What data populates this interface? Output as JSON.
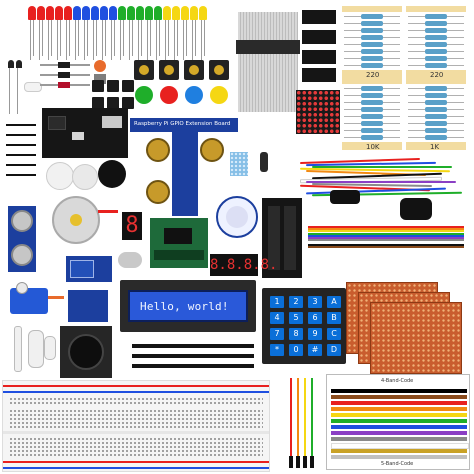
{
  "lcd": {
    "text": "Hello, world!"
  },
  "keypad": {
    "keys": [
      "1",
      "2",
      "3",
      "A",
      "4",
      "5",
      "6",
      "B",
      "7",
      "8",
      "9",
      "C",
      "*",
      "0",
      "#",
      "D"
    ]
  },
  "gpio_board": {
    "label": "Raspberry Pi GPIO Extension Board"
  },
  "resistor_strip": {
    "labels": [
      "220",
      "220",
      "10K",
      "1K"
    ]
  },
  "seven_segment": {
    "single_digit": "8",
    "four_digit": "8.8.8.8."
  },
  "color_chart": {
    "title_4band": "4-Band-Code",
    "title_5band": "5-Band-Code"
  },
  "led_colors": [
    "#e8211f",
    "#e8211f",
    "#e8211f",
    "#e8211f",
    "#e8211f",
    "#1f4fe0",
    "#1f4fe0",
    "#1f4fe0",
    "#1f4fe0",
    "#1f4fe0",
    "#1fae2a",
    "#1fae2a",
    "#1fae2a",
    "#1fae2a",
    "#1fae2a",
    "#f5d713",
    "#f5d713",
    "#f5d713",
    "#f5d713",
    "#f5d713"
  ],
  "button_cap_colors": [
    "#1fae2a",
    "#e8211f",
    "#1f7fe0",
    "#f5d713"
  ],
  "band_colors": [
    "#000000",
    "#8a4b1c",
    "#e8211f",
    "#f28a12",
    "#f5d713",
    "#1fae2a",
    "#1f4fe0",
    "#8b3fc4",
    "#8a8a8a",
    "#ffffff",
    "#c9a227",
    "#c0c0c0"
  ]
}
